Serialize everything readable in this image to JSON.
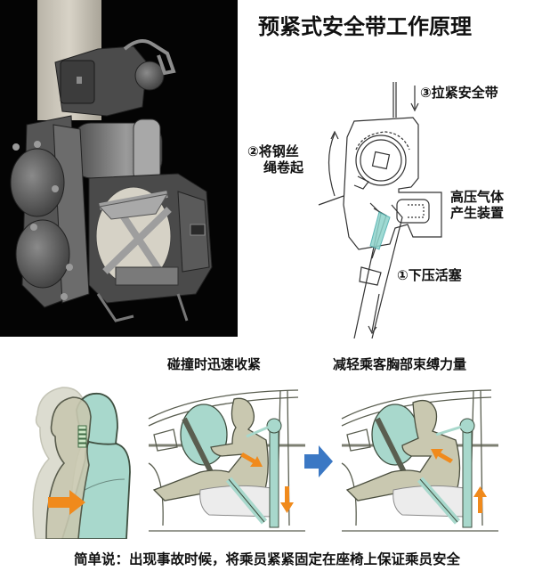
{
  "title": "预紧式安全带工作原理",
  "mechanism_diagram": {
    "labels": {
      "step3": "③拉紧安全带",
      "step2_line1": "②将钢丝",
      "step2_line2": "绳卷起",
      "gas_generator_line1": "高压气体",
      "gas_generator_line2": "产生装置",
      "step1": "①下压活塞"
    }
  },
  "crash_sequence": {
    "panel1_caption": "碰撞时迅速收紧",
    "panel2_caption": "减轻乘客胸部束缚力量"
  },
  "footer": "简单说：出现事故时候，将乘员紧紧固定在座椅上保证乘员安全",
  "colors": {
    "photo_background": "#040404",
    "airbag_teal": "#a8d8cc",
    "body_khaki": "#c9c8b0",
    "arrow_orange": "#f08a1c",
    "arrow_blue": "#3b78c4",
    "text": "#111111"
  }
}
